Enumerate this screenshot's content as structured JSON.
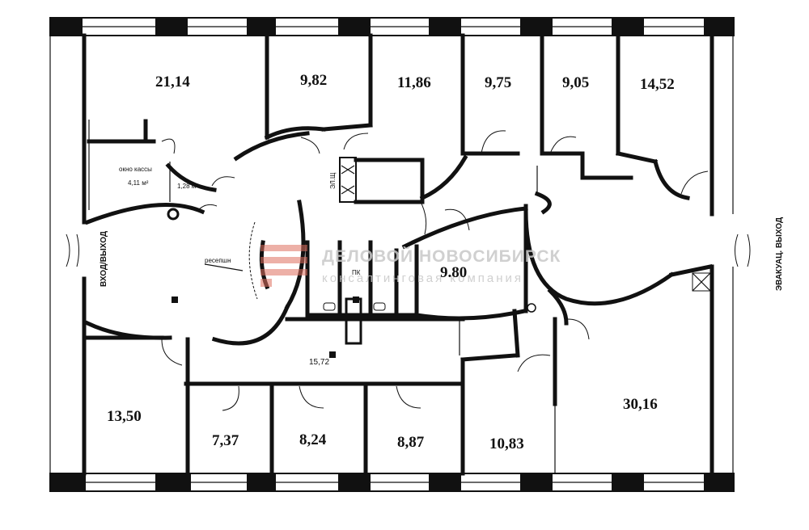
{
  "rooms": {
    "r1": "21,14",
    "r2": "9,82",
    "r3": "11,86",
    "r4": "9,75",
    "r5": "9,05",
    "r6": "14,52",
    "r7": "9.80",
    "r8": "15,72",
    "r9": "13,50",
    "r10": "7,37",
    "r11": "8,24",
    "r12": "8,87",
    "r13": "10,83",
    "r14": "30,16"
  },
  "labels": {
    "cash_window": "окно кассы",
    "area_a": "4,11 м²",
    "area_b": "1,28 м²",
    "reception": "ресепшн",
    "panel": "ЭЛ.Щ",
    "pk": "ПК",
    "entrance": "ВХОД/ВЫХОД",
    "evac_exit": "ЭВАКУАЦ. ВЫХОД"
  },
  "watermark": {
    "line1": "ДЕЛОВОЙ НОВОСИБИРСК",
    "line2": "консалтинговая компания"
  },
  "colors": {
    "watermark_logo": "#e07060",
    "walls": "#111111"
  }
}
